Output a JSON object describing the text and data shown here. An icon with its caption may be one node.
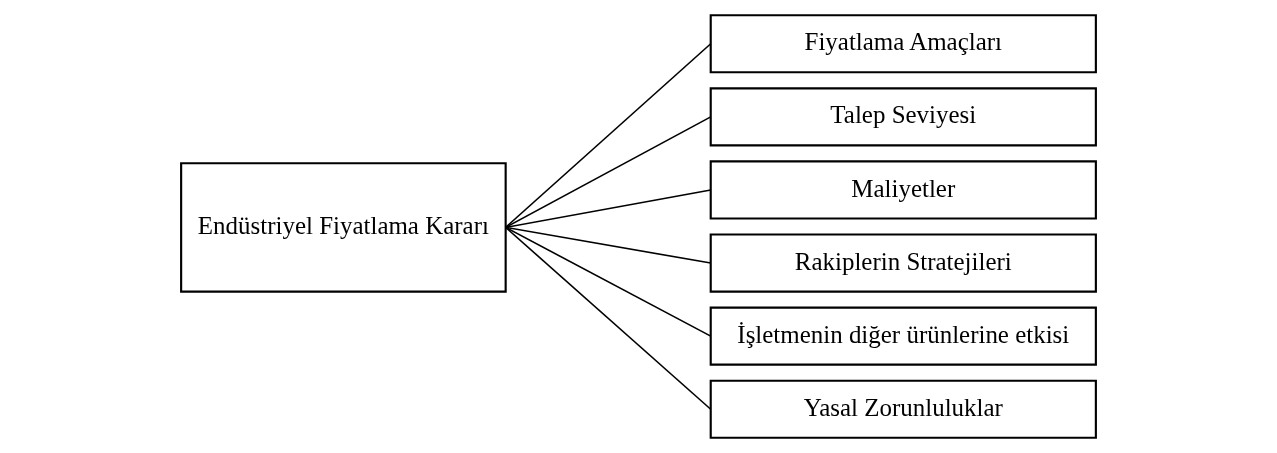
{
  "diagram": {
    "nodes": [
      {
        "text": [
          "Endüstriyel Fiyatlama Kararı"
        ]
      },
      {
        "text": [
          "Fiyatlama Amaçları"
        ]
      },
      {
        "text": [
          "Talep Seviyesi"
        ]
      },
      {
        "text": [
          "Maliyetler"
        ]
      },
      {
        "text": [
          "Rakiplerin Stratejileri"
        ]
      },
      {
        "text": [
          "İşletmenin diğer ürünlerine etkisi"
        ]
      },
      {
        "text": [
          "Yasal Zorunluluklar"
        ]
      }
    ],
    "edges": [
      {
        "from": 0,
        "to": 1,
        "arrow": "none"
      },
      {
        "from": 0,
        "to": 2,
        "arrow": "none"
      },
      {
        "from": 0,
        "to": 3,
        "arrow": "none"
      },
      {
        "from": 0,
        "to": 4,
        "arrow": "none"
      },
      {
        "from": 0,
        "to": 5,
        "arrow": "none"
      },
      {
        "from": 0,
        "to": 6,
        "arrow": "none"
      }
    ]
  }
}
